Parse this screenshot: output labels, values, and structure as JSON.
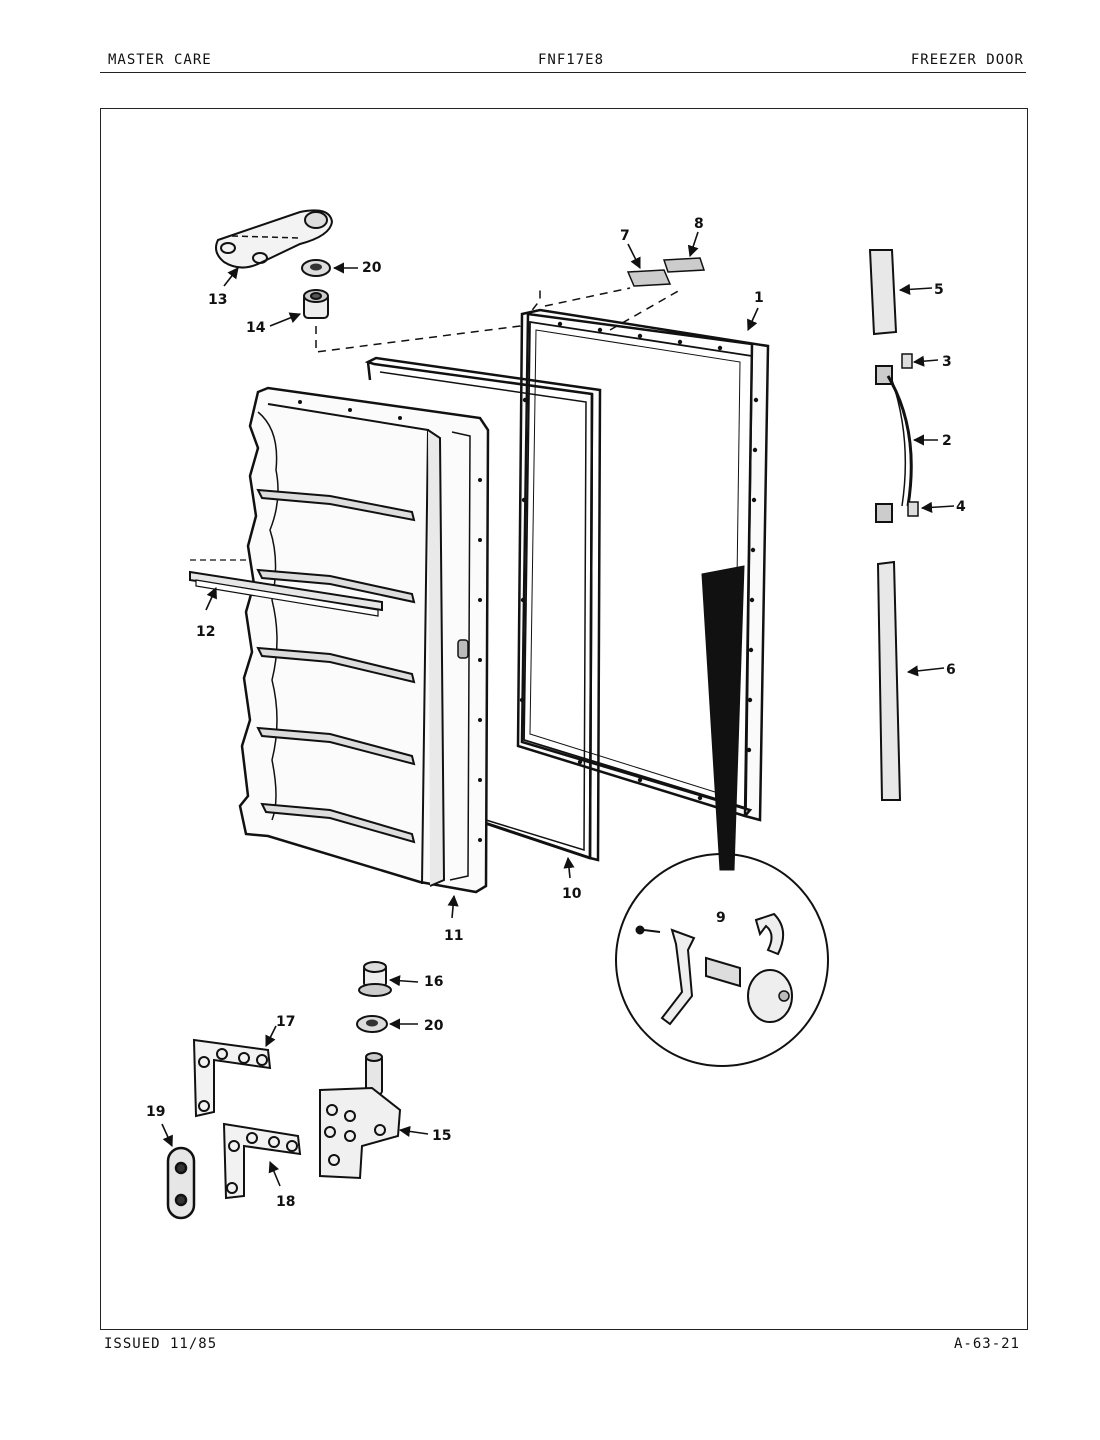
{
  "header": {
    "brand": "MASTER CARE",
    "model": "FNF17E8",
    "section": "FREEZER DOOR"
  },
  "footer": {
    "issued": "ISSUED 11/85",
    "page_code": "A-63-21"
  },
  "callouts": {
    "c1": "1",
    "c2": "2",
    "c3": "3",
    "c4": "4",
    "c5": "5",
    "c6": "6",
    "c7": "7",
    "c8": "8",
    "c9": "9",
    "c10": "10",
    "c11": "11",
    "c12": "12",
    "c13": "13",
    "c14": "14",
    "c15": "15",
    "c16": "16",
    "c17": "17",
    "c18": "18",
    "c19": "19",
    "c20a": "20",
    "c20b": "20"
  }
}
